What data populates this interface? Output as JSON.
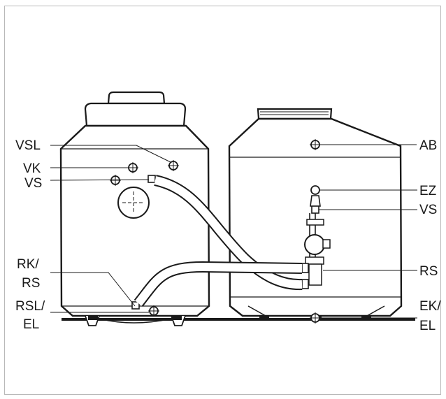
{
  "labels": {
    "vsl": "VSL",
    "vk": "VK",
    "vs_left": "VS",
    "rk_rs_line1": "RK/",
    "rk_rs_line2": "RS",
    "rsl_el_line1": "RSL/",
    "rsl_el_line2": "EL",
    "ab": "AB",
    "ez": "EZ",
    "vs_right": "VS",
    "rs_right": "RS",
    "ek_el_line1": "EK/",
    "ek_el_line2": "EL"
  }
}
